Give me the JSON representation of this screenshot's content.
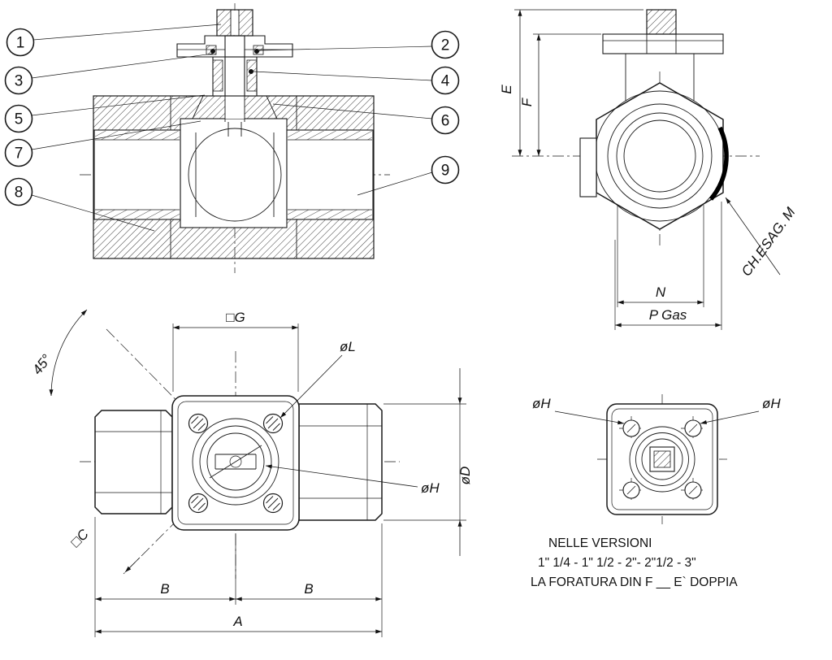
{
  "drawing": {
    "callouts": {
      "c1": "1",
      "c2": "2",
      "c3": "3",
      "c4": "4",
      "c5": "5",
      "c6": "6",
      "c7": "7",
      "c8": "8",
      "c9": "9"
    },
    "front_view": {
      "dim_e": "E",
      "dim_f": "F",
      "dim_ch_esag": "CH.ESAG.",
      "dim_m": "M",
      "dim_n": "N",
      "dim_p_gas": "P Gas"
    },
    "top_view": {
      "dim_g": "□G",
      "dim_l": "øL",
      "dim_angle": "45°",
      "dim_d": "øD",
      "dim_h": "øH",
      "dim_c": "□C",
      "dim_b_left": "B",
      "dim_b_right": "B",
      "dim_a": "A"
    },
    "flange_view": {
      "dim_h_left": "øH",
      "dim_h_right": "øH"
    },
    "note": {
      "line1": "NELLE VERSIONI",
      "line2": "1\" 1/4 - 1\" 1/2 - 2\"- 2\"1/2 - 3\"",
      "line3": "LA FORATURA DIN F __  E` DOPPIA"
    },
    "colors": {
      "line": "#1a1a1a",
      "bg": "#ffffff"
    }
  }
}
